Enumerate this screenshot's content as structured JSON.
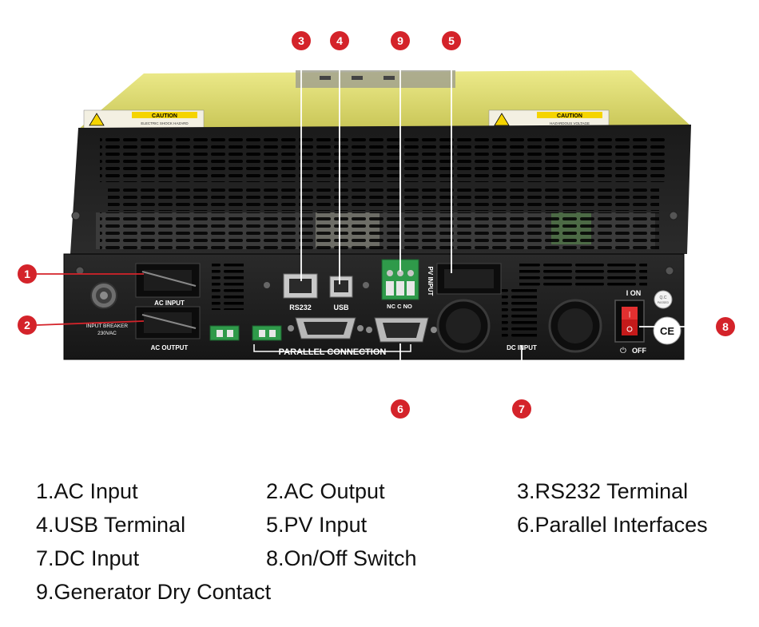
{
  "device": {
    "caution_left": "CAUTION",
    "caution_right": "CAUTION",
    "caution_sub_left": "ELECTRIC SHOCK HAZARD",
    "caution_sub_right": "HAZARDOUS VOLTAGE",
    "ac_input": "AC INPUT",
    "ac_output": "AC OUTPUT",
    "breaker_line1": "INPUT BREAKER",
    "breaker_line2": "230VAC",
    "rs232": "RS232",
    "usb": "USB",
    "pv_input": "PV INPUT",
    "nc_c_no": "NC  C  NO",
    "parallel_connection": "PARALLEL CONNECTION",
    "dc_input": "DC  INPUT",
    "switch_on": "I  ON",
    "switch_off": "OFF",
    "qc_line1": "Q.C",
    "qc_line2": "PASSED",
    "ce_mark": "CE"
  },
  "callouts": [
    {
      "number": "1"
    },
    {
      "number": "2"
    },
    {
      "number": "3"
    },
    {
      "number": "4"
    },
    {
      "number": "5"
    },
    {
      "number": "6"
    },
    {
      "number": "7"
    },
    {
      "number": "8"
    },
    {
      "number": "9"
    }
  ],
  "legend": [
    "1.AC Input",
    "2.AC Output",
    "3.RS232 Terminal",
    "4.USB Terminal",
    "5.PV Input",
    "6.Parallel Interfaces",
    "7.DC Input",
    "8.On/Off Switch",
    "9.Generator Dry Contact"
  ],
  "colors": {
    "callout_red": "#d4232a",
    "lid_yellow": "#d7d56a",
    "body_dark": "#1c1c1c"
  }
}
